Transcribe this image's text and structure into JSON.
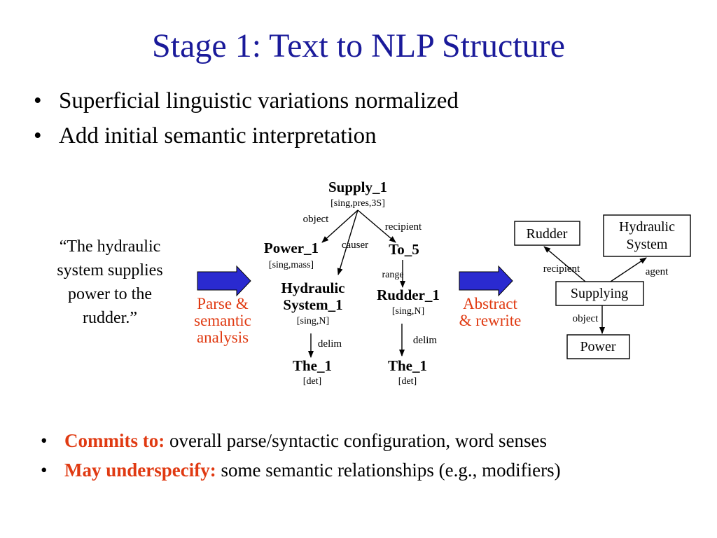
{
  "slide": {
    "title": "Stage 1: Text to NLP Structure",
    "bullets": [
      "Superficial linguistic variations normalized",
      "Add initial semantic interpretation"
    ],
    "footer_bullets": [
      {
        "label": "Commits to:",
        "text": " overall parse/syntactic configuration, word senses"
      },
      {
        "label": "May underspecify:",
        "text": " some semantic relationships (e.g., modifiers)"
      }
    ],
    "bullet_char": "•"
  },
  "input_text": {
    "lines": [
      "“The hydraulic",
      "system supplies",
      "power to the",
      "rudder.”"
    ]
  },
  "steps": {
    "parse": [
      "Parse &",
      "semantic",
      "analysis"
    ],
    "abstract": [
      "Abstract",
      "& rewrite"
    ]
  },
  "parse_tree": {
    "root": {
      "label": "Supply_1",
      "features": "[sing,pres,3S]"
    },
    "power": {
      "label": "Power_1",
      "features": "[sing,mass]"
    },
    "hydraulic": {
      "label1": "Hydraulic",
      "label2": "System_1",
      "features": "[sing,N]"
    },
    "to": {
      "label": "To_5"
    },
    "rudder": {
      "label": "Rudder_1",
      "features": "[sing,N]"
    },
    "the_left": {
      "label": "The_1",
      "features": "[det]"
    },
    "the_right": {
      "label": "The_1",
      "features": "[det]"
    },
    "edges": {
      "object": "object",
      "causer": "causer",
      "recipient": "recipient",
      "range": "range",
      "delim1": "delim",
      "delim2": "delim"
    }
  },
  "semantic_graph": {
    "rudder": "Rudder",
    "hydraulic": [
      "Hydraulic",
      "System"
    ],
    "supplying": "Supplying",
    "power": "Power",
    "edges": {
      "recipient": "recipient",
      "agent": "agent",
      "object": "object"
    }
  },
  "colors": {
    "title": "#1a1a9a",
    "accent_red": "#e03a12",
    "arrow_fill": "#2a2ad0"
  }
}
